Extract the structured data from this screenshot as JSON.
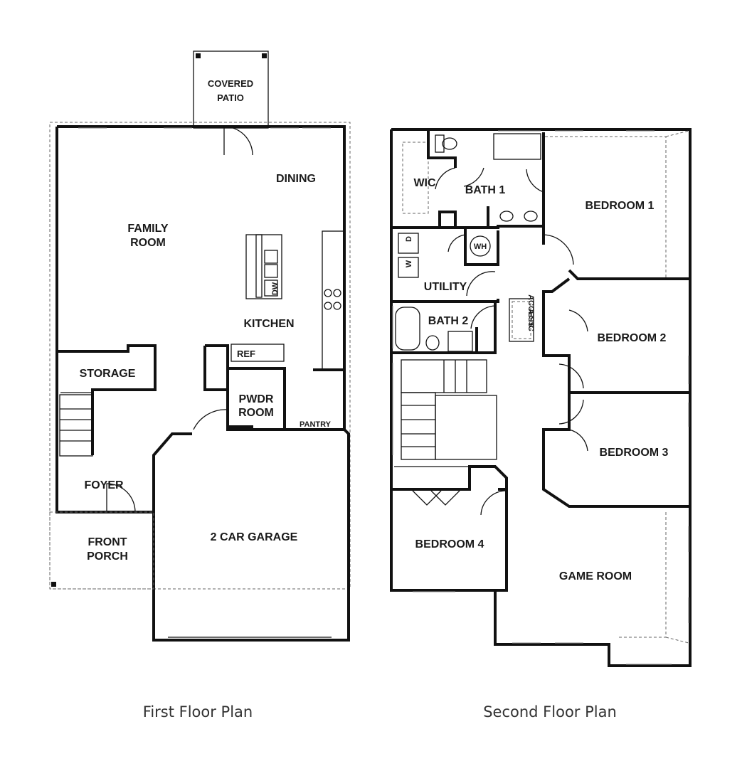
{
  "first_floor": {
    "caption": "First Floor Plan",
    "rooms": {
      "covered_patio": [
        "COVERED",
        "PATIO"
      ],
      "dining": "DINING",
      "family_room": [
        "FAMILY",
        "ROOM"
      ],
      "kitchen": "KITCHEN",
      "dishwasher": "DW",
      "refrigerator": "REF",
      "storage": "STORAGE",
      "powder_room": [
        "PWDR",
        "ROOM"
      ],
      "pantry": "PANTRY",
      "foyer": "FOYER",
      "front_porch": [
        "FRONT",
        "PORCH"
      ],
      "garage": "2 CAR GARAGE"
    }
  },
  "second_floor": {
    "caption": "Second Floor Plan",
    "rooms": {
      "wic": "WIC",
      "bath_1": "BATH 1",
      "bedroom_1": "BEDROOM 1",
      "water_heater": "WH",
      "washer": "W",
      "dryer": "D",
      "utility": "UTILITY",
      "attic_access": [
        "ATTIC",
        "ACCESS"
      ],
      "bath_2": "BATH 2",
      "bedroom_2": "BEDROOM 2",
      "bedroom_3": "BEDROOM 3",
      "bedroom_4": "BEDROOM 4",
      "game_room": "GAME ROOM"
    }
  }
}
